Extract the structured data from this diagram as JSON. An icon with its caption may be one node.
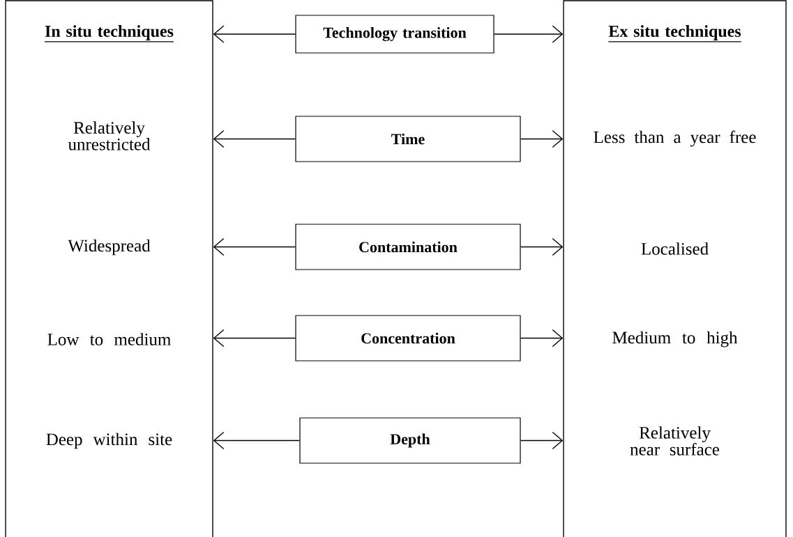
{
  "diagram": {
    "nodes": [
      {
        "text": [
          "In situ techniques",
          "Relatively unrestricted",
          "Widespread",
          "Low to medium",
          "Deep within site"
        ]
      },
      {
        "text": [
          "Technology transition"
        ]
      },
      {
        "text": [
          "Ex situ techniques",
          "Less than a year free",
          "Localised",
          "Medium to high",
          "Relatively near surface"
        ]
      },
      {
        "text": [
          "Time"
        ]
      },
      {
        "text": [
          "Contamination"
        ]
      },
      {
        "text": [
          "Concentration"
        ]
      },
      {
        "text": [
          "Depth"
        ]
      }
    ],
    "edges": [
      {
        "from": 1,
        "to": 0,
        "arrow": "to"
      },
      {
        "from": 1,
        "to": 2,
        "arrow": "to"
      },
      {
        "from": 3,
        "to": 0,
        "arrow": "to"
      },
      {
        "from": 3,
        "to": 2,
        "arrow": "to"
      },
      {
        "from": 4,
        "to": 0,
        "arrow": "to"
      },
      {
        "from": 4,
        "to": 2,
        "arrow": "to"
      },
      {
        "from": 5,
        "to": 0,
        "arrow": "to"
      },
      {
        "from": 5,
        "to": 2,
        "arrow": "to"
      },
      {
        "from": 6,
        "to": 0,
        "arrow": "to"
      },
      {
        "from": 6,
        "to": 2,
        "arrow": "to"
      }
    ]
  }
}
